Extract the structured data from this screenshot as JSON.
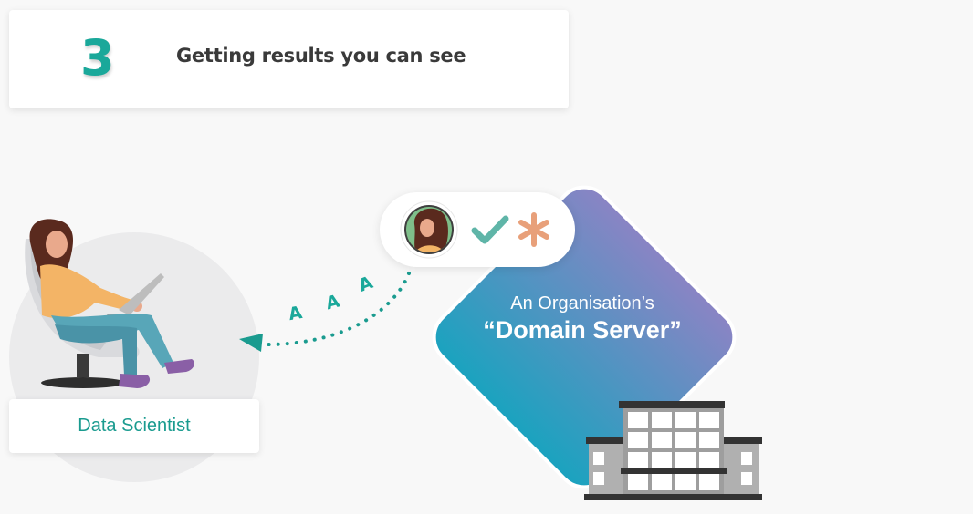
{
  "step": {
    "number": "3",
    "title": "Getting results you can see"
  },
  "role": {
    "label": "Data Scientist"
  },
  "server": {
    "line1": "An Organisation’s",
    "line2": "“Domain Server”"
  },
  "result_letters": [
    "A",
    "A",
    "A"
  ],
  "icons": {
    "user_avatar": "user-avatar-icon",
    "approved": "check-icon",
    "privacy": "asterisk-icon",
    "building": "building-icon",
    "data_scientist": "data-scientist-illustration"
  },
  "colors": {
    "accent": "#1aa89a",
    "check": "#5fb5a8",
    "asterisk": "#e8a07a",
    "diamond_top": "#8a84c4",
    "diamond_bottom": "#1aa3bf"
  }
}
